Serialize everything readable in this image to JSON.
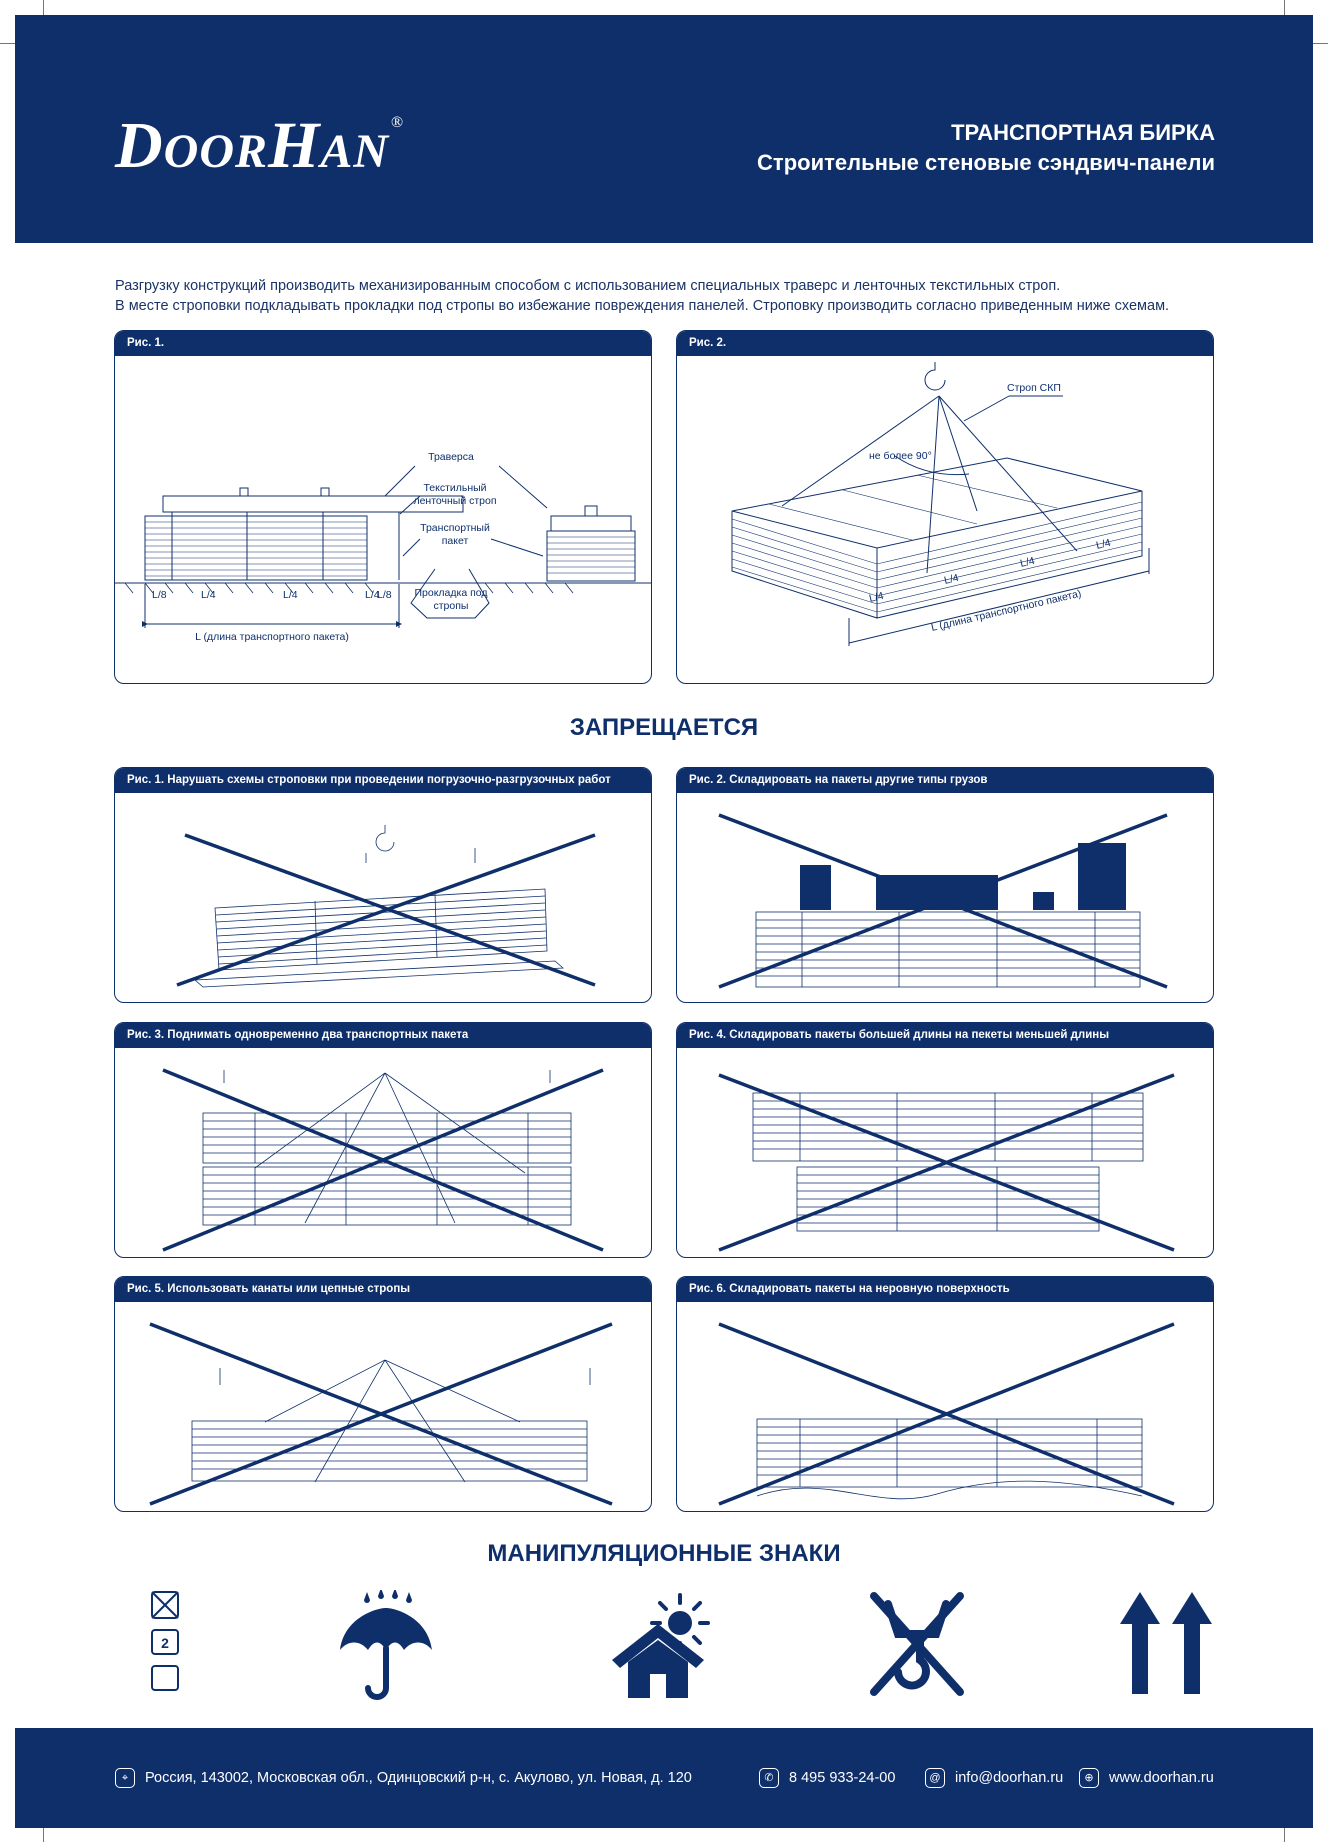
{
  "header": {
    "logo": "DoorHan",
    "registered": "®",
    "title": "ТРАНСПОРТНАЯ БИРКА",
    "subtitle": "Строительные стеновые сэндвич-панели"
  },
  "intro": {
    "line1": "Разгрузку конструкций производить механизированным способом с использованием специальных траверс и ленточных текстильных строп.",
    "line2": "В месте строповки подкладывать прокладки под стропы во избежание повреждения панелей. Строповку производить согласно приведенным ниже схемам."
  },
  "fig1": {
    "title": "Рис. 1.",
    "labels": {
      "traverse": "Траверса",
      "strap1": "Текстильный",
      "strap2": "ленточный строп",
      "pack1": "Транспортный",
      "pack2": "пакет",
      "pad1": "Прокладка под",
      "pad2": "стропы",
      "l8": "L/8",
      "l4": "L/4",
      "length": "L (длина транспортного пакета)"
    }
  },
  "fig2": {
    "title": "Рис. 2.",
    "labels": {
      "strap": "Строп СКП",
      "angle": "не более 90°",
      "l4": "L/4",
      "length": "L (длина транспортного пакета)"
    }
  },
  "forbidden": {
    "title": "ЗАПРЕЩАЕТСЯ",
    "items": [
      "Рис. 1. Нарушать схемы строповки при проведении погрузочно-разгрузочных работ",
      "Рис. 2. Складировать на пакеты другие типы грузов",
      "Рис. 3. Поднимать одновременно два транспортных пакета",
      "Рис. 4. Складировать пакеты большей длины на пекеты меньшей длины",
      "Рис. 5. Использовать канаты или цепные стропы",
      "Рис. 6. Складировать пакеты на неровную поверхность"
    ]
  },
  "signs": {
    "title": "МАНИПУЛЯЦИОННЫЕ ЗНАКИ",
    "stack_number": "2",
    "icons": [
      "stack-limit-icon",
      "keep-dry-umbrella-icon",
      "keep-under-roof-sun-icon",
      "no-hook-icon",
      "this-way-up-arrows-icon"
    ]
  },
  "footer": {
    "address": "Россия, 143002, Московская обл., Одинцовский р-н, с. Акулово, ул. Новая, д. 120",
    "phone": "8 495 933-24-00",
    "email": "info@doorhan.ru",
    "website": "www.doorhan.ru"
  },
  "colors": {
    "brand": "#0f2f6b"
  }
}
